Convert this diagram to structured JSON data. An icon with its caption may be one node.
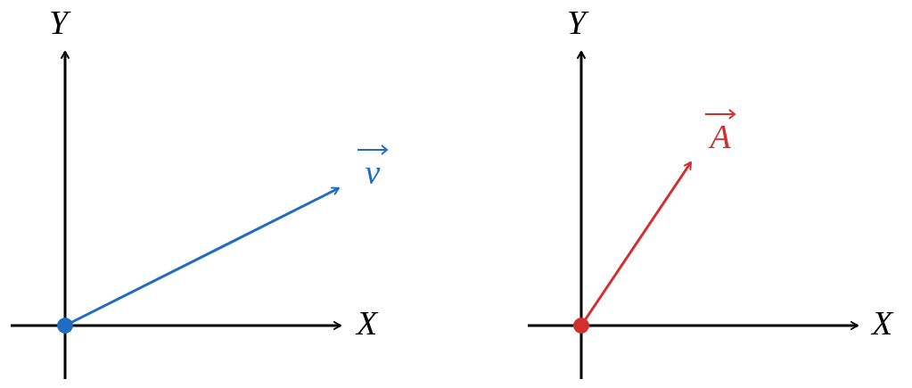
{
  "diagram": {
    "labels": [
      "Y",
      "X",
      "v",
      "Y",
      "X",
      "A"
    ]
  }
}
